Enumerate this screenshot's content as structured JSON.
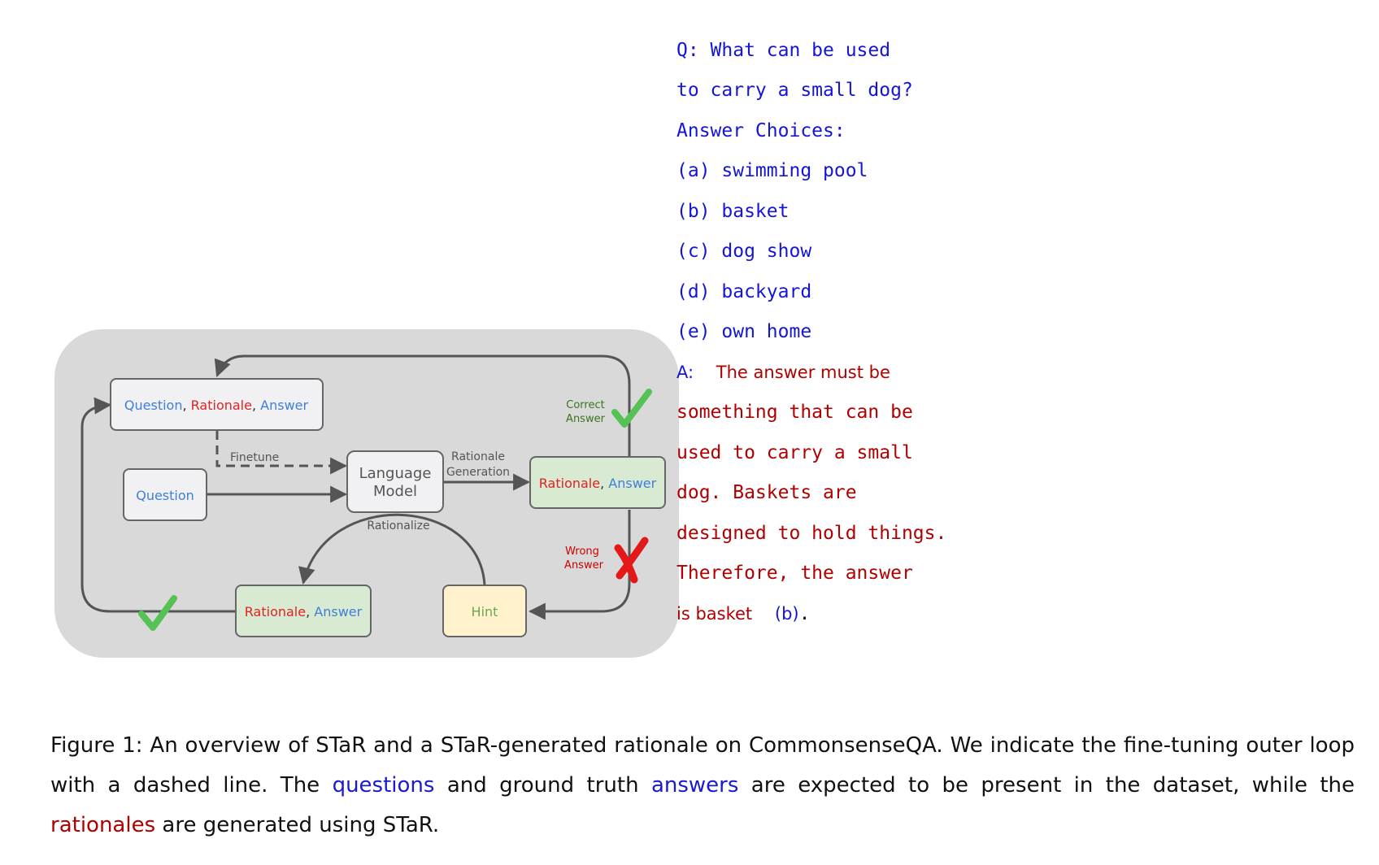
{
  "diagram": {
    "nodes": {
      "qra": {
        "parts": [
          "Question",
          ", ",
          "Rationale",
          ", ",
          "Answer"
        ]
      },
      "question": "Question",
      "lm": [
        "Language",
        "Model"
      ],
      "ra_top": {
        "parts": [
          "Rationale",
          ", ",
          "Answer"
        ]
      },
      "ra_bottom": {
        "parts": [
          "Rationale",
          ", ",
          "Answer"
        ]
      },
      "hint": "Hint"
    },
    "labels": {
      "finetune": "Finetune",
      "rationale_generation": [
        "Rationale",
        "Generation"
      ],
      "rationalize": "Rationalize",
      "correct_answer": [
        "Correct",
        "Answer"
      ],
      "wrong_answer": [
        "Wrong",
        "Answer"
      ]
    },
    "colors": {
      "question": "#3f7fd6",
      "rationale": "#e02222",
      "answer": "#3f7fd6",
      "panel": "#d9d9d9",
      "box_gray": "#f1f1f3",
      "box_green": "#d9ead3",
      "box_yellow": "#fff2cc",
      "check": "#56c256",
      "cross": "#e31919",
      "arrow": "#555555"
    }
  },
  "qa": {
    "lines": [
      "Q: What can be used",
      "to carry a small dog?",
      "Answer Choices:",
      "(a) swimming pool",
      "(b) basket",
      "(c) dog show",
      "(d) backyard",
      "(e) own home"
    ],
    "a_prefix": "A:",
    "a_first": "The answer must be",
    "a_lines": [
      "something that can be",
      "used to carry a small",
      "dog. Baskets are",
      "designed to hold things.",
      "Therefore, the answer"
    ],
    "a_last": "is basket",
    "a_choice": "(b)",
    "a_period": "."
  },
  "caption": {
    "p1": "Figure 1: An overview of STaR and a STaR-generated rationale on CommonsenseQA. We indicate the fine-tuning outer loop with a dashed line. The ",
    "questions": "questions",
    "p2": " and ground truth ",
    "answers": "answers",
    "p3": " are expected to be present in the dataset, while the ",
    "rationales": "rationales",
    "p4": " are generated using STaR."
  }
}
